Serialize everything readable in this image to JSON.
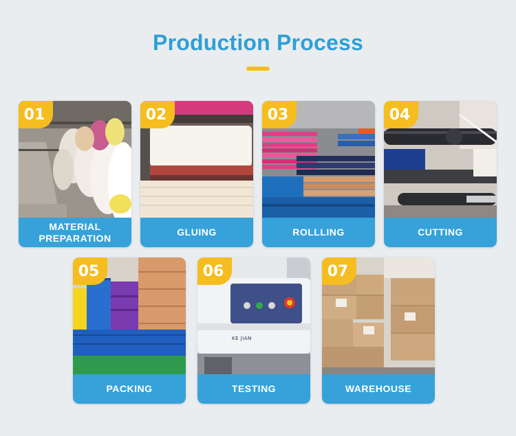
{
  "header": {
    "title": "Production Process"
  },
  "steps": [
    {
      "number": "01",
      "label": "MATERIAL PREPARATION"
    },
    {
      "number": "02",
      "label": "GLUING"
    },
    {
      "number": "03",
      "label": "ROLLLING"
    },
    {
      "number": "04",
      "label": "CUTTING"
    },
    {
      "number": "05",
      "label": "PACKING"
    },
    {
      "number": "06",
      "label": "TESTING"
    },
    {
      "number": "07",
      "label": "WAREHOUSE"
    }
  ],
  "photo_texts": {
    "machine_brand": "KE JIAN"
  },
  "colors": {
    "title": "#2f9fd6",
    "accent": "#f5bd1f",
    "label_bg": "#36a2d9",
    "background": "#e9edf0"
  }
}
